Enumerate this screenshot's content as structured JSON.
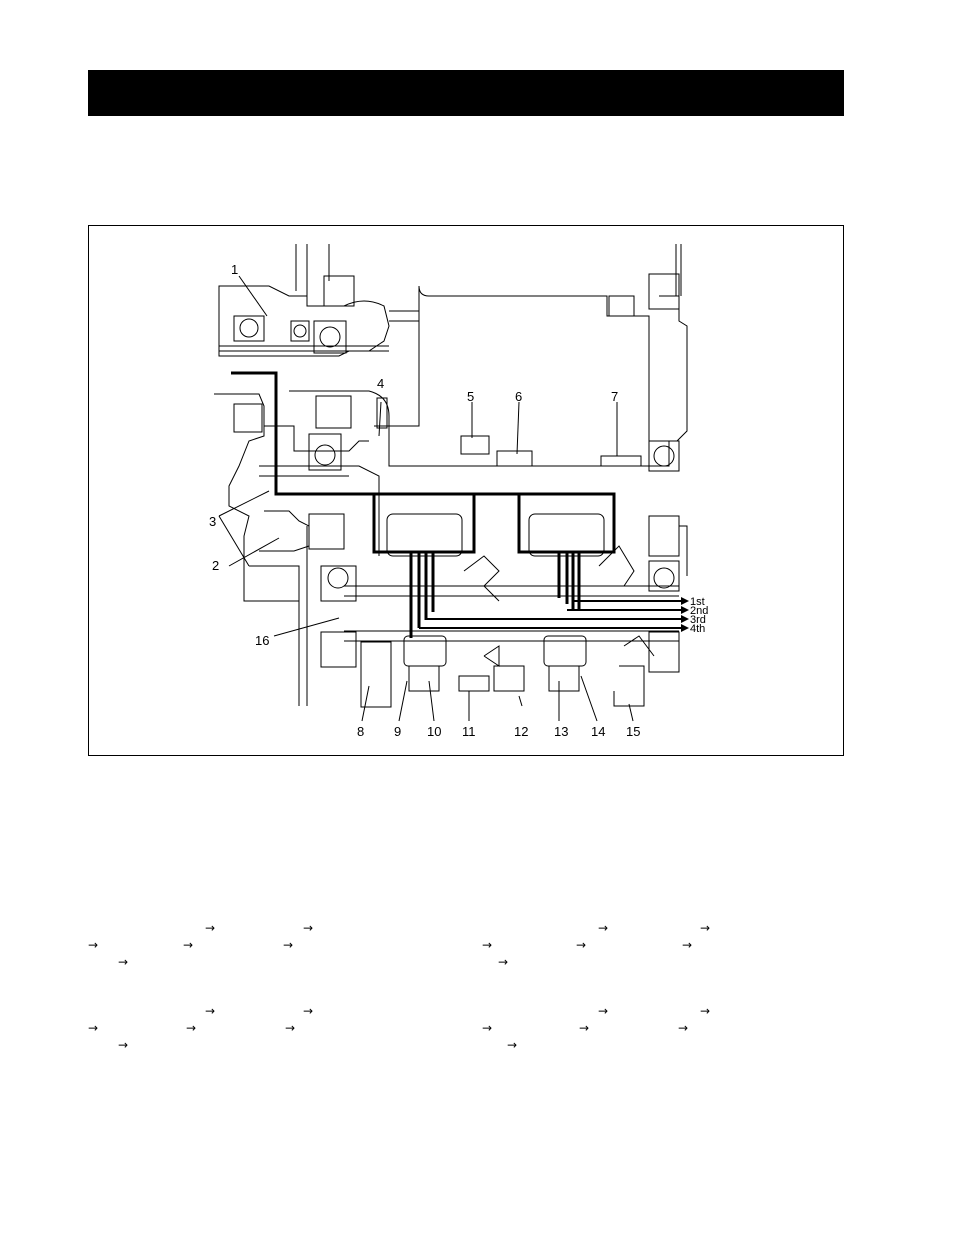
{
  "callouts": [
    "1",
    "2",
    "3",
    "4",
    "5",
    "6",
    "7",
    "8",
    "9",
    "10",
    "11",
    "12",
    "13",
    "14",
    "15",
    "16"
  ],
  "gear_labels": [
    "1st",
    "2nd",
    "3rd",
    "4th"
  ],
  "arrow_glyph": "→",
  "arrow_rows": [
    {
      "count": 2
    },
    {
      "count": 3
    },
    {
      "count": 1
    },
    {
      "count": 2
    },
    {
      "count": 3
    },
    {
      "count": 1
    }
  ],
  "colors": {
    "ink": "#000000",
    "background": "#ffffff",
    "header": "#000000"
  }
}
